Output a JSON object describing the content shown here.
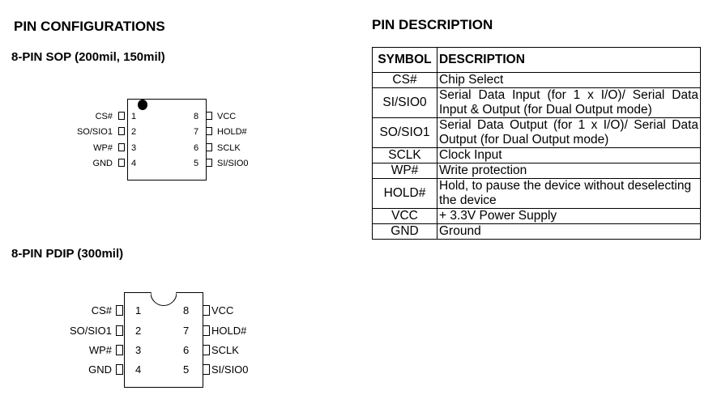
{
  "left": {
    "title": "PIN CONFIGURATIONS",
    "sop": {
      "subtitle": "8-PIN SOP (200mil, 150mil)",
      "left_pins": [
        {
          "name": "CS#",
          "num": "1"
        },
        {
          "name": "SO/SIO1",
          "num": "2"
        },
        {
          "name": "WP#",
          "num": "3"
        },
        {
          "name": "GND",
          "num": "4"
        }
      ],
      "right_pins": [
        {
          "name": "VCC",
          "num": "8"
        },
        {
          "name": "HOLD#",
          "num": "7"
        },
        {
          "name": "SCLK",
          "num": "6"
        },
        {
          "name": "SI/SIO0",
          "num": "5"
        }
      ]
    },
    "pdip": {
      "subtitle": "8-PIN PDIP (300mil)",
      "left_pins": [
        {
          "name": "CS#",
          "num": "1"
        },
        {
          "name": "SO/SIO1",
          "num": "2"
        },
        {
          "name": "WP#",
          "num": "3"
        },
        {
          "name": "GND",
          "num": "4"
        }
      ],
      "right_pins": [
        {
          "name": "VCC",
          "num": "8"
        },
        {
          "name": "HOLD#",
          "num": "7"
        },
        {
          "name": "SCLK",
          "num": "6"
        },
        {
          "name": "SI/SIO0",
          "num": "5"
        }
      ]
    }
  },
  "right": {
    "title": "PIN DESCRIPTION",
    "table": {
      "headers": [
        "SYMBOL",
        "DESCRIPTION"
      ],
      "rows": [
        {
          "symbol": "CS#",
          "desc": "Chip Select"
        },
        {
          "symbol": "SI/SIO0",
          "desc": "Serial Data Input (for 1 x I/O)/ Serial Data Input & Output (for Dual Output mode)"
        },
        {
          "symbol": "SO/SIO1",
          "desc": "Serial Data Output (for 1 x I/O)/ Serial Data Output (for Dual Output mode)"
        },
        {
          "symbol": "SCLK",
          "desc": "Clock Input"
        },
        {
          "symbol": "WP#",
          "desc": "Write protection"
        },
        {
          "symbol": "HOLD#",
          "desc": "Hold, to pause the device without deselecting the device"
        },
        {
          "symbol": "VCC",
          "desc": "+ 3.3V Power Supply"
        },
        {
          "symbol": "GND",
          "desc": "Ground"
        }
      ]
    }
  }
}
